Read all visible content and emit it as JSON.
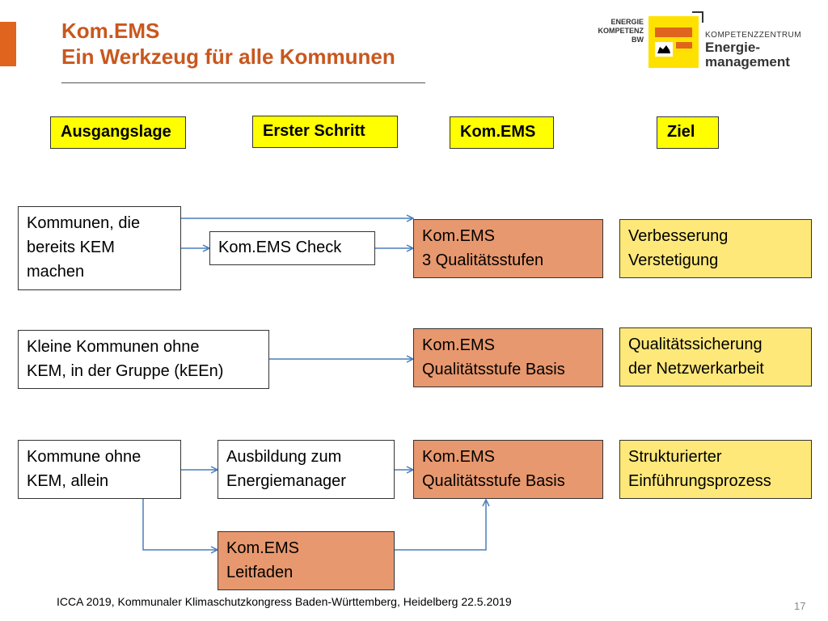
{
  "title": {
    "line1": "Kom.EMS",
    "line2": "Ein Werkzeug für alle Kommunen"
  },
  "logo": {
    "left_text": [
      "ENERGIE",
      "KOMPETENZ",
      "BW"
    ],
    "right_small": "KOMPETENZZENTRUM",
    "right_big": [
      "Energie-",
      "management"
    ]
  },
  "headers": [
    "Ausgangslage",
    "Erster Schritt",
    "Kom.EMS",
    "Ziel"
  ],
  "rows": [
    {
      "start": [
        "Kommunen, die",
        "bereits KEM",
        "machen"
      ],
      "step": [
        "Kom.EMS Check"
      ],
      "kom": [
        "Kom.EMS",
        "3 Qualitätsstufen"
      ],
      "goal": [
        "Verbesserung",
        "Verstetigung"
      ]
    },
    {
      "start": [
        "Kleine Kommunen ohne",
        "KEM, in der Gruppe (kEEn)"
      ],
      "kom": [
        "Kom.EMS",
        "Qualitätsstufe Basis"
      ],
      "goal": [
        "Qualitätssicherung",
        "der Netzwerkarbeit"
      ]
    },
    {
      "start": [
        "Kommune ohne",
        "KEM, allein"
      ],
      "step": [
        "Ausbildung zum",
        "Energiemanager"
      ],
      "kom": [
        "Kom.EMS",
        "Qualitätsstufe Basis"
      ],
      "goal": [
        "Strukturierter",
        "Einführungsprozess"
      ]
    }
  ],
  "leitfaden": [
    "Kom.EMS",
    "Leitfaden"
  ],
  "footer": "ICCA 2019, Kommunaler Klimaschutzkongress Baden-Württemberg, Heidelberg 22.5.2019",
  "page_number": "17",
  "colors": {
    "accent": "#E0641E",
    "header_yellow": "#FFFF00",
    "kom_orange": "#E8986E",
    "goal_yellow": "#FEE87A",
    "arrow_blue": "#4A7EBB"
  }
}
